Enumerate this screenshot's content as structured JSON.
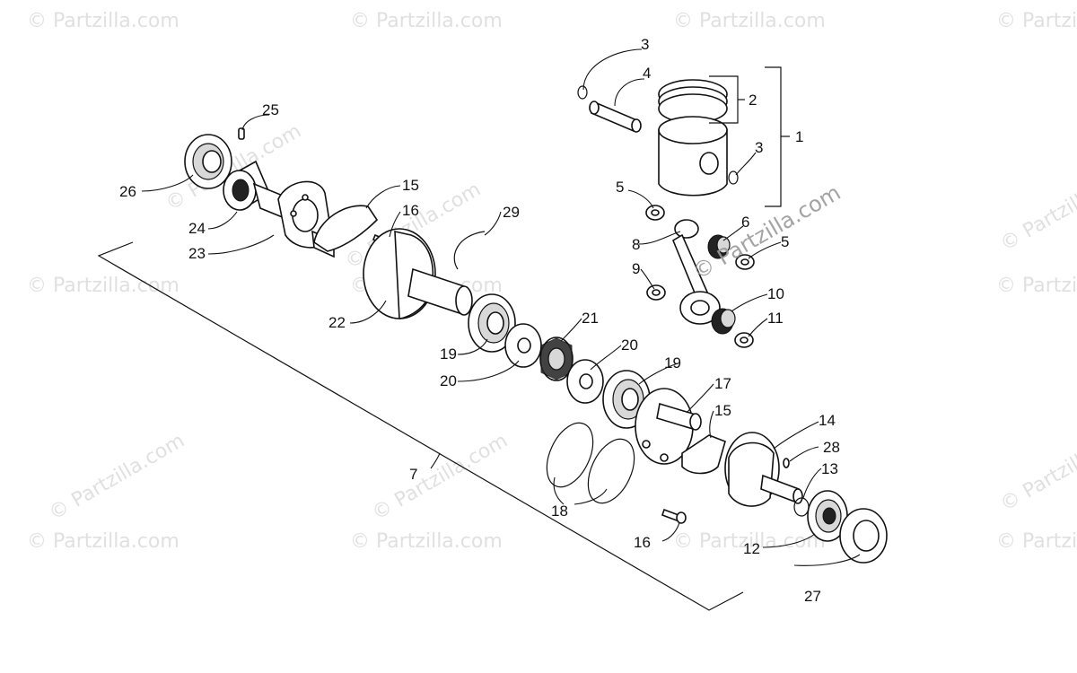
{
  "watermark": {
    "text": "© Partzilla.com",
    "overlay_text": "© Partzilla.com"
  },
  "callouts": [
    {
      "id": "c1",
      "label": "1"
    },
    {
      "id": "c2",
      "label": "2"
    },
    {
      "id": "c3a",
      "label": "3"
    },
    {
      "id": "c3b",
      "label": "3"
    },
    {
      "id": "c4",
      "label": "4"
    },
    {
      "id": "c5a",
      "label": "5"
    },
    {
      "id": "c5b",
      "label": "5"
    },
    {
      "id": "c6",
      "label": "6"
    },
    {
      "id": "c7",
      "label": "7"
    },
    {
      "id": "c8",
      "label": "8"
    },
    {
      "id": "c9",
      "label": "9"
    },
    {
      "id": "c10",
      "label": "10"
    },
    {
      "id": "c11",
      "label": "11"
    },
    {
      "id": "c12",
      "label": "12"
    },
    {
      "id": "c13",
      "label": "13"
    },
    {
      "id": "c14",
      "label": "14"
    },
    {
      "id": "c15a",
      "label": "15"
    },
    {
      "id": "c15b",
      "label": "15"
    },
    {
      "id": "c16a",
      "label": "16"
    },
    {
      "id": "c16b",
      "label": "16"
    },
    {
      "id": "c17",
      "label": "17"
    },
    {
      "id": "c18",
      "label": "18"
    },
    {
      "id": "c19a",
      "label": "19"
    },
    {
      "id": "c19b",
      "label": "19"
    },
    {
      "id": "c20a",
      "label": "20"
    },
    {
      "id": "c20b",
      "label": "20"
    },
    {
      "id": "c21",
      "label": "21"
    },
    {
      "id": "c22",
      "label": "22"
    },
    {
      "id": "c23",
      "label": "23"
    },
    {
      "id": "c24",
      "label": "24"
    },
    {
      "id": "c25",
      "label": "25"
    },
    {
      "id": "c26",
      "label": "26"
    },
    {
      "id": "c27",
      "label": "27"
    },
    {
      "id": "c28",
      "label": "28"
    },
    {
      "id": "c29",
      "label": "29"
    }
  ]
}
